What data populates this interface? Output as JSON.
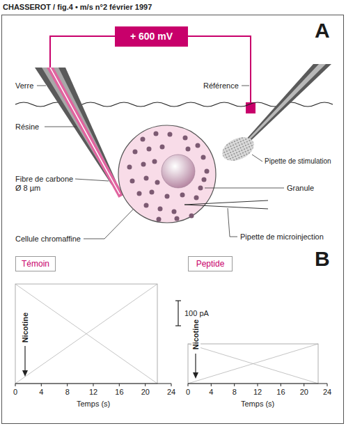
{
  "diagram": {
    "title": "CHASSEROT / fig.4 • m/s n°2 février 1997",
    "nodes": [
      {
        "text": [
          "+ 600 mV"
        ]
      },
      {
        "text": [
          "Témoin"
        ]
      },
      {
        "text": [
          "Peptide"
        ]
      }
    ],
    "labels": [
      "A",
      "Verre",
      "Référence",
      "Résine",
      "Pipette de stimulation",
      "Fibre de carbone Ø 8 µm",
      "Granule",
      "Cellule chromaffine",
      "Pipette de microinjection",
      "B",
      "Nicotine",
      "100 pA",
      "0",
      "4",
      "8",
      "12",
      "16",
      "20",
      "24",
      "Temps (s)",
      "Nicotine",
      "0",
      "4",
      "8",
      "12",
      "16",
      "20",
      "24",
      "Temps (s)"
    ]
  }
}
